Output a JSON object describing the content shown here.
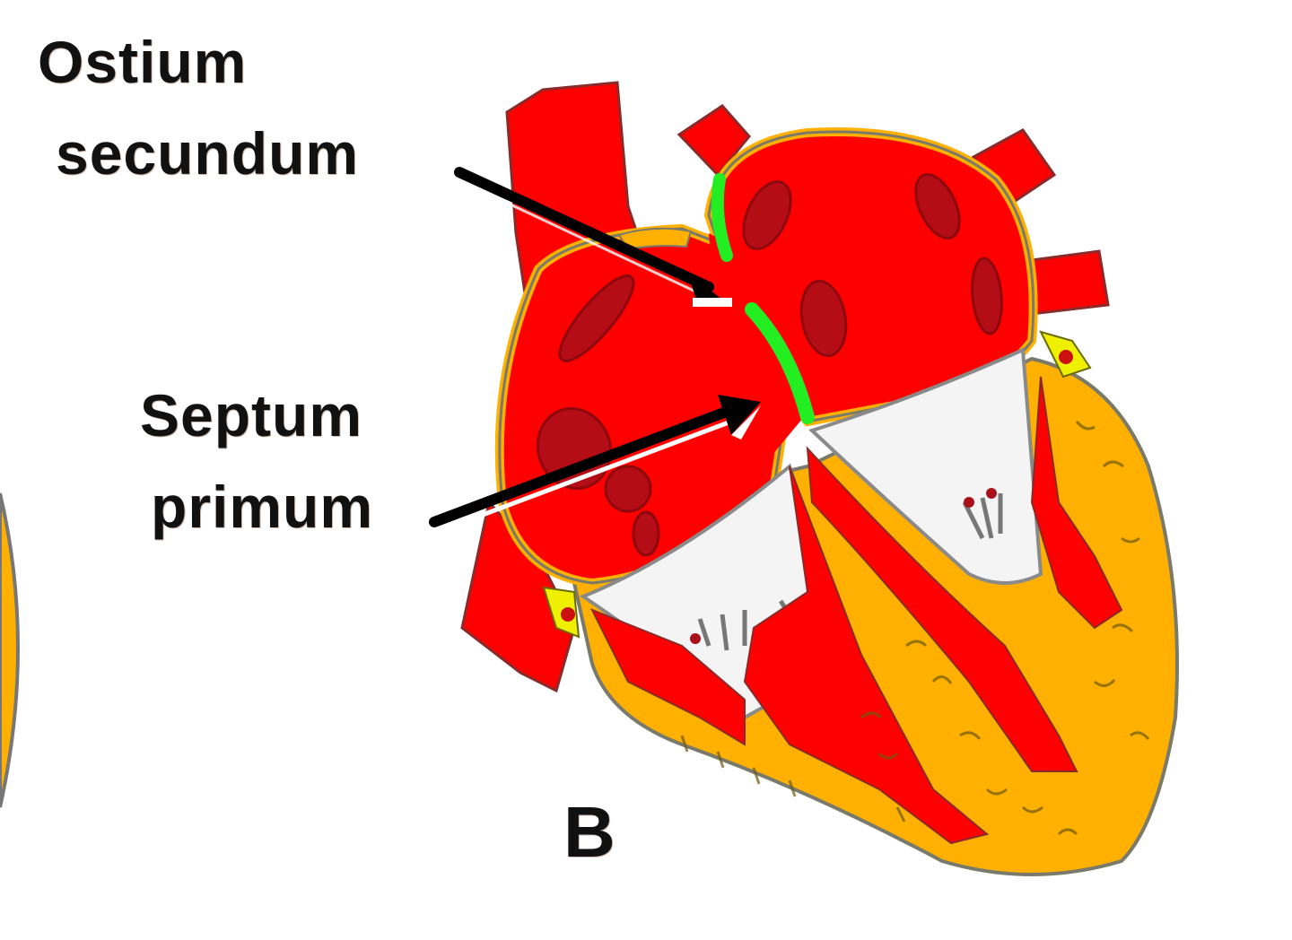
{
  "figure": {
    "panel_letter": "B",
    "subject": "Heart cross-section (atrial septum development)"
  },
  "labels": {
    "ostium_secundum": {
      "line1": "Ostium",
      "line2": "secundum"
    },
    "septum_primum": {
      "line1": "Septum",
      "line2": "primum"
    }
  },
  "colors": {
    "blood_red": "#ff0000",
    "myocardium_orange": "#ffb000",
    "septum_green": "#22ee22",
    "valve_white": "#f4f4f4",
    "dark_red_detail": "#a8101a",
    "outline_gray": "#7a7a6a",
    "yellow_node": "#eef000",
    "arrow_black": "#000000"
  }
}
